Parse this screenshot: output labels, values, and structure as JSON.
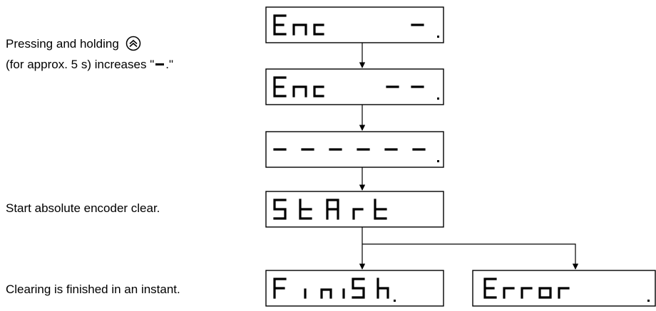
{
  "annotations": {
    "press_hold": "Pressing and holding",
    "approx_prefix": "(for approx. 5 s) increases \"",
    "approx_suffix": ".\"",
    "start": "Start absolute encoder clear.",
    "finish": "Clearing is finished in an instant."
  },
  "icons": {
    "up_button": "double-chevron-up-circle-icon",
    "dash_symbol": "dash-icon"
  },
  "displays": [
    {
      "id": "enc-1",
      "text": "Enc    -."
    },
    {
      "id": "enc-2",
      "text": "Enc   --."
    },
    {
      "id": "dashes",
      "text": "------."
    },
    {
      "id": "start",
      "text": "StArt"
    },
    {
      "id": "finish",
      "text": "F inISh."
    },
    {
      "id": "error",
      "text": "Error  ."
    }
  ]
}
